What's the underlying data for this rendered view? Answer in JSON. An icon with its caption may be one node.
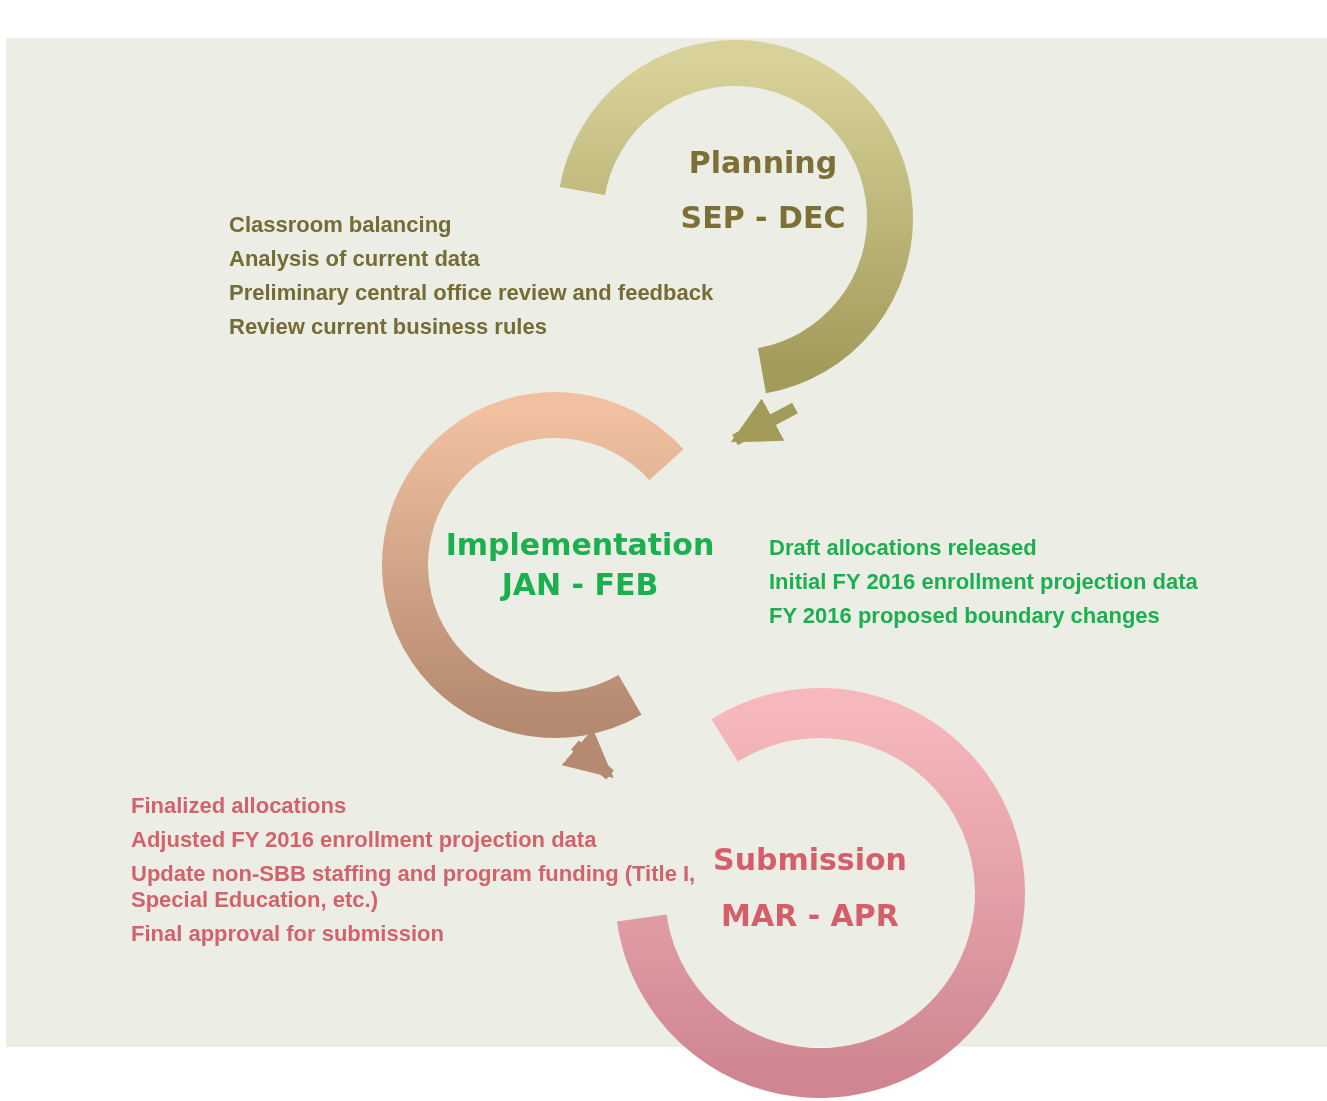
{
  "diagram": {
    "nodes": [
      {
        "text": [
          "Planning",
          "SEP - DEC"
        ],
        "beside": [
          "Classroom balancing",
          "Analysis of current data",
          "Preliminary central office review and feedback",
          "Review current business rules"
        ]
      },
      {
        "text": [
          "Implementation",
          "JAN - FEB"
        ],
        "beside": [
          "Draft allocations released",
          "Initial FY 2016 enrollment projection data",
          "FY 2016 proposed boundary changes"
        ]
      },
      {
        "text": [
          "Submission",
          "MAR - APR"
        ],
        "beside": [
          "Finalized allocations",
          "Adjusted FY 2016 enrollment projection data",
          "Update non-SBB staffing and program funding (Title I, Special Education, etc.)",
          "Final approval for submission"
        ]
      }
    ],
    "edges": [
      {
        "from": 0,
        "to": 1,
        "arrow": "to"
      },
      {
        "from": 1,
        "to": 2,
        "arrow": "to"
      }
    ]
  }
}
